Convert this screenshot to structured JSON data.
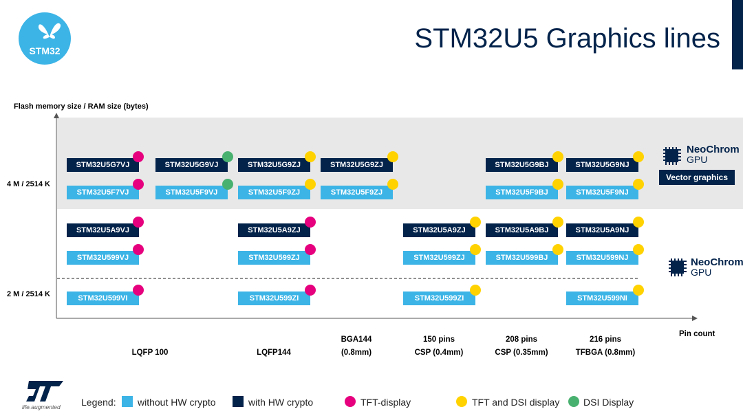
{
  "logo": {
    "text": "STM32"
  },
  "header": {
    "title": "STM32U5 Graphics lines"
  },
  "chart": {
    "y_axis_title": "Flash memory size / RAM size (bytes)",
    "y_ticks": [
      "4 M / 2514 K",
      "2 M / 2514 K"
    ],
    "x_axis_title": "Pin count",
    "packages": [
      {
        "line1": "",
        "line2": "LQFP 100"
      },
      {
        "line1": "",
        "line2": "LQFP144"
      },
      {
        "line1": "BGA144",
        "line2": "(0.8mm)"
      },
      {
        "line1": "150 pins",
        "line2": "CSP (0.4mm)"
      },
      {
        "line1": "208 pins",
        "line2": "CSP (0.35mm)"
      },
      {
        "line1": "216 pins",
        "line2": "TFBGA (0.8mm)"
      }
    ],
    "parts": [
      {
        "name": "STM32U5G7VJ",
        "kind": "crypto",
        "display": "tft"
      },
      {
        "name": "STM32U5G9VJ",
        "kind": "crypto",
        "display": "dsi"
      },
      {
        "name": "STM32U5G9ZJ",
        "kind": "crypto",
        "display": "tftdsi"
      },
      {
        "name": "STM32U5G9ZJ",
        "kind": "crypto",
        "display": "tftdsi"
      },
      {
        "name": "STM32U5G9BJ",
        "kind": "crypto",
        "display": "tftdsi"
      },
      {
        "name": "STM32U5G9NJ",
        "kind": "crypto",
        "display": "tftdsi"
      },
      {
        "name": "STM32U5F7VJ",
        "kind": "plain",
        "display": "tft"
      },
      {
        "name": "STM32U5F9VJ",
        "kind": "plain",
        "display": "dsi"
      },
      {
        "name": "STM32U5F9ZJ",
        "kind": "plain",
        "display": "tftdsi"
      },
      {
        "name": "STM32U5F9ZJ",
        "kind": "plain",
        "display": "tftdsi"
      },
      {
        "name": "STM32U5F9BJ",
        "kind": "plain",
        "display": "tftdsi"
      },
      {
        "name": "STM32U5F9NJ",
        "kind": "plain",
        "display": "tftdsi"
      },
      {
        "name": "STM32U5A9VJ",
        "kind": "crypto",
        "display": "tft"
      },
      {
        "name": "STM32U5A9ZJ",
        "kind": "crypto",
        "display": "tft"
      },
      {
        "name": "STM32U5A9ZJ",
        "kind": "crypto",
        "display": "tftdsi"
      },
      {
        "name": "STM32U5A9BJ",
        "kind": "crypto",
        "display": "tftdsi"
      },
      {
        "name": "STM32U5A9NJ",
        "kind": "crypto",
        "display": "tftdsi"
      },
      {
        "name": "STM32U599VJ",
        "kind": "plain",
        "display": "tft"
      },
      {
        "name": "STM32U599ZJ",
        "kind": "plain",
        "display": "tft"
      },
      {
        "name": "STM32U599ZJ",
        "kind": "plain",
        "display": "tftdsi"
      },
      {
        "name": "STM32U599BJ",
        "kind": "plain",
        "display": "tftdsi"
      },
      {
        "name": "STM32U599NJ",
        "kind": "plain",
        "display": "tftdsi"
      },
      {
        "name": "STM32U599VI",
        "kind": "plain",
        "display": "tft"
      },
      {
        "name": "STM32U599ZI",
        "kind": "plain",
        "display": "tft"
      },
      {
        "name": "STM32U599ZI",
        "kind": "plain",
        "display": "tftdsi"
      },
      {
        "name": "STM32U599NI",
        "kind": "plain",
        "display": "tftdsi"
      }
    ]
  },
  "neochrom_top": {
    "brand": "NeoChrom",
    "sub": "GPU",
    "badge": "Vector graphics"
  },
  "neochrom_bottom": {
    "brand": "NeoChrom",
    "sub": "GPU"
  },
  "legend": {
    "title": "Legend:",
    "items": [
      {
        "label": "without HW crypto",
        "kind": "plain"
      },
      {
        "label": "with HW crypto",
        "kind": "crypto"
      },
      {
        "label": "TFT-display",
        "kind": "tft"
      },
      {
        "label": "TFT and DSI display",
        "kind": "tftdsi"
      },
      {
        "label": "DSI Display",
        "kind": "dsi"
      }
    ]
  },
  "footer": {
    "tagline": "life.augmented"
  },
  "colors": {
    "plain": "#3cb4e6",
    "crypto": "#03234b",
    "tft": "#e6007e",
    "tftdsi": "#ffd200",
    "dsi": "#49b170",
    "title": "#03234b",
    "band": "#e8e8e8"
  }
}
